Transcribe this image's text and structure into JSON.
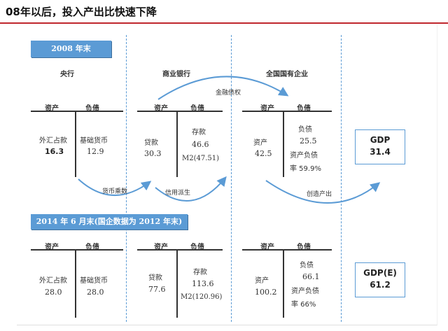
{
  "heading": "08年以后，投入产出比快速下降",
  "top": {
    "banner": "2008 年末",
    "col_titles": {
      "central_bank": "央行",
      "commercial_bank": "商业银行",
      "soe": "全国国有企业"
    },
    "cb": {
      "asset_hdr": "资产",
      "liab_hdr": "负债",
      "asset_label": "外汇占款",
      "asset_value": "16.3",
      "liab_label": "基础货币",
      "liab_value": "12.9"
    },
    "bank": {
      "asset_hdr": "资产",
      "liab_hdr": "负债",
      "asset_label": "贷款",
      "asset_value": "30.3",
      "liab_label": "存款",
      "liab_value": "46.6",
      "liab_extra": "M2(47.51)"
    },
    "soe_tbl": {
      "asset_hdr": "资产",
      "liab_hdr": "负债",
      "asset_label": "资产",
      "asset_value": "42.5",
      "liab_label": "负债",
      "liab_value": "25.5",
      "ratio_line1": "资产负债",
      "ratio_line2": "率 59.9%"
    },
    "gdp_label": "GDP",
    "gdp_value": "31.4",
    "arrows": {
      "money_multiplier": "货币乘数",
      "credit_derivation": "信用派生",
      "financial_claim": "金融债权",
      "create_output": "创造产出"
    }
  },
  "bottom": {
    "banner": "2014 年 6 月末(国企数据为 2012 年末)",
    "cb": {
      "asset_hdr": "资产",
      "liab_hdr": "负债",
      "asset_label": "外汇占款",
      "asset_value": "28.0",
      "liab_label": "基础货币",
      "liab_value": "28.0"
    },
    "bank": {
      "asset_hdr": "资产",
      "liab_hdr": "负债",
      "asset_label": "贷款",
      "asset_value": "77.6",
      "liab_label": "存款",
      "liab_value": "113.6",
      "liab_extra": "M2(120.96)"
    },
    "soe_tbl": {
      "asset_hdr": "资产",
      "liab_hdr": "负债",
      "asset_label": "资产",
      "asset_value": "100.2",
      "liab_label": "负债",
      "liab_value": "66.1",
      "ratio_line1": "资产负债",
      "ratio_line2": "率 66%"
    },
    "gdp_label": "GDP(E)",
    "gdp_value": "61.2"
  },
  "colors": {
    "accent": "#5b9bd5",
    "red": "#c0272d"
  }
}
